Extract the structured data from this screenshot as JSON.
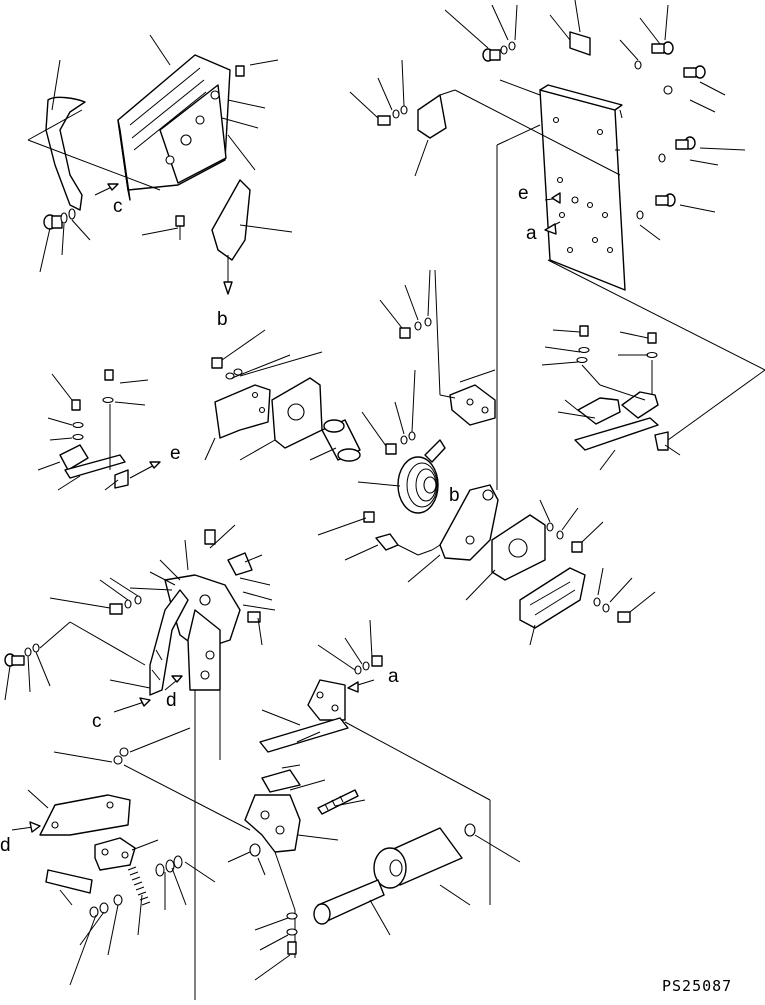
{
  "diagram": {
    "reference_code": "PS25087",
    "labels": {
      "c_top": "c",
      "b_top": "b",
      "e_left": "e",
      "e_right": "e",
      "a_right": "a",
      "b_mid": "b",
      "a_mid": "a",
      "d_mid": "d",
      "c_mid": "c",
      "d_left": "d"
    }
  }
}
